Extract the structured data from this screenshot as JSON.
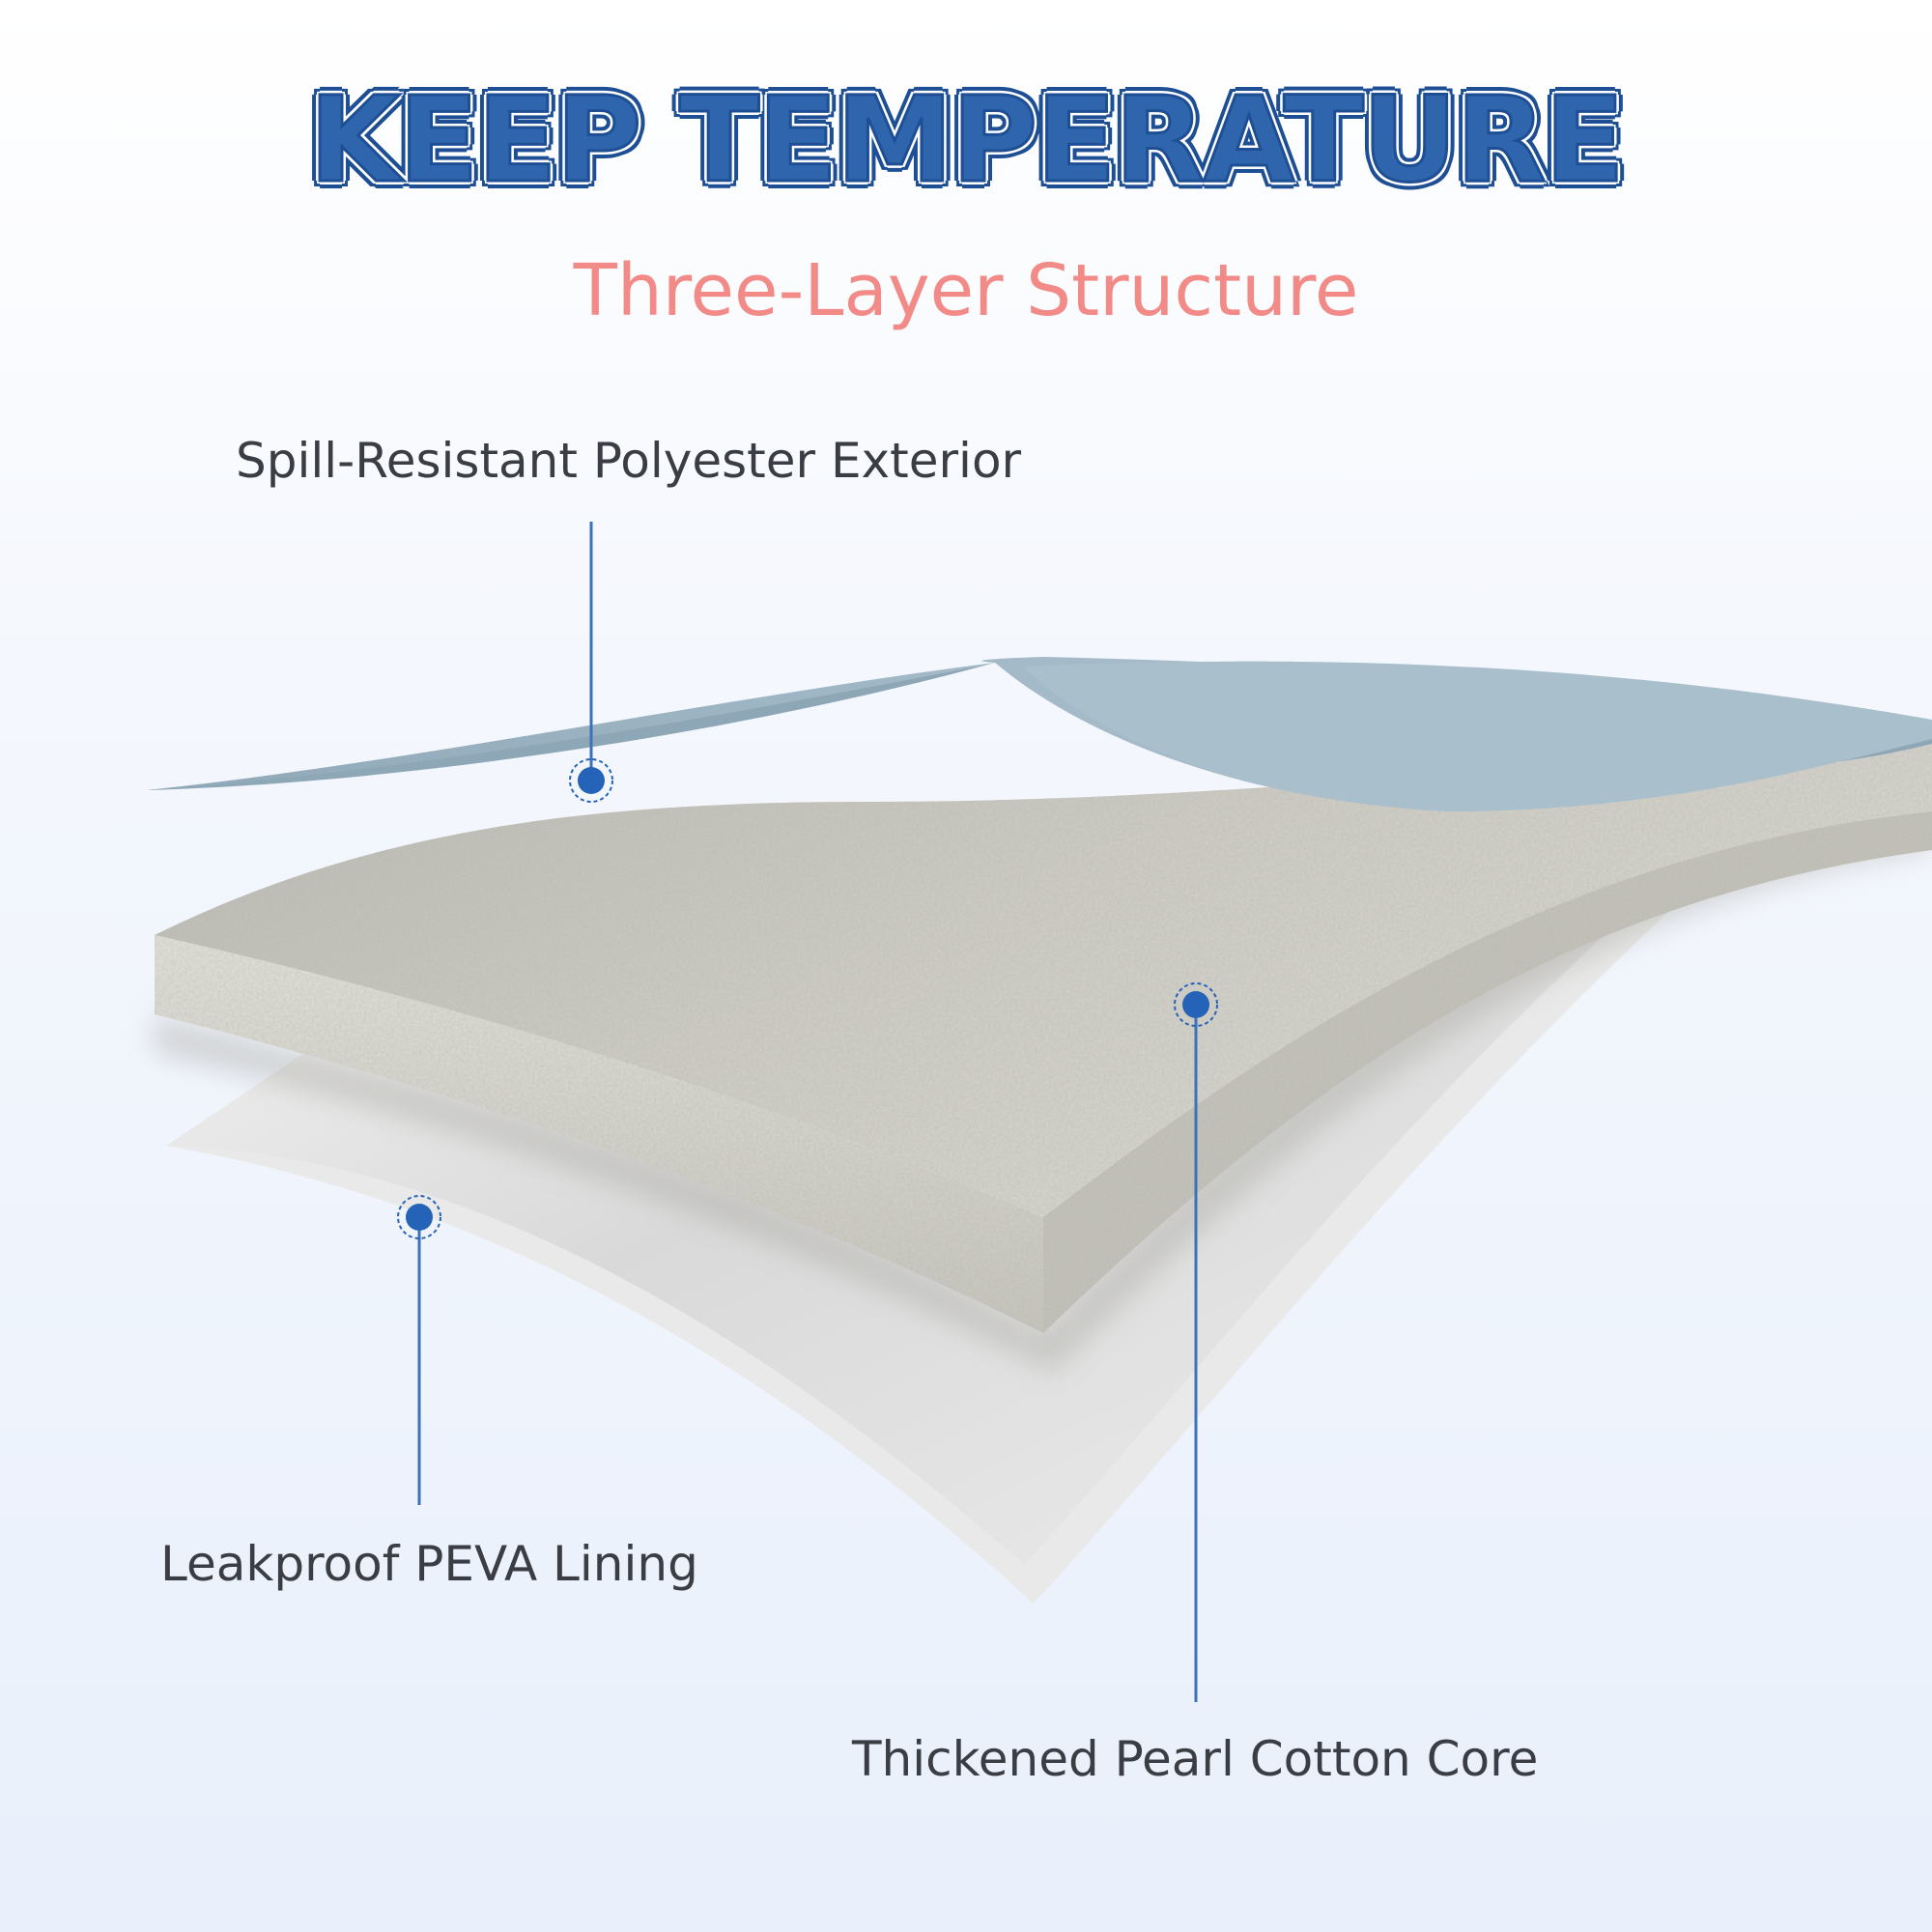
{
  "header": {
    "title": "KEEP TEMPERATURE",
    "subtitle": "Three-Layer Structure"
  },
  "layers": [
    {
      "label": "Spill-Resistant Polyester Exterior",
      "color": "#9fb6c4",
      "icon": "marker-dot-icon"
    },
    {
      "label": "Thickened Pearl Cotton Core",
      "color": "#c9c7bd",
      "icon": "marker-dot-icon"
    },
    {
      "label": "Leakproof PEVA Lining",
      "color": "#f1f1f1",
      "icon": "marker-dot-icon"
    }
  ],
  "colors": {
    "title_fill": "#2f65ad",
    "title_outline": "#1e4f95",
    "subtitle": "#f28b87",
    "label_text": "#3a3d44",
    "marker": "#2563b8",
    "leader_line": "#3d72b8"
  }
}
